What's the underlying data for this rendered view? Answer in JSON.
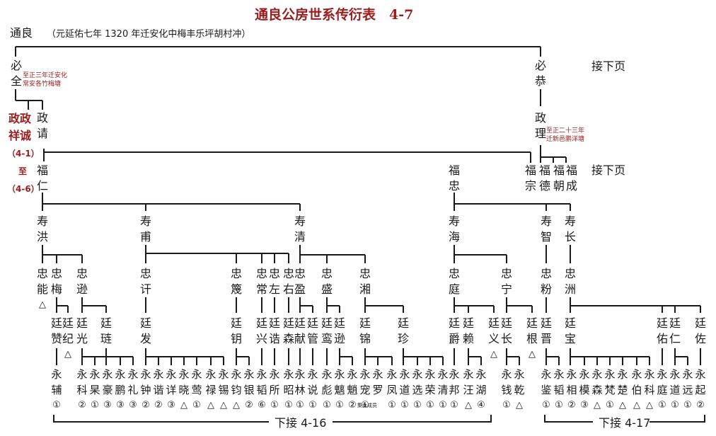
{
  "title": "通良公房世系传衍表　4-7",
  "founder": {
    "name": "通良",
    "note": "（元延佑七年 1320 年迁安化中梅丰乐坪胡村冲）"
  },
  "continue_next_1": "接下页",
  "continue_next_2": "接下页",
  "gen_bi": {
    "a": "必全",
    "b": "必恭"
  },
  "bi_quan_note": {
    "l1": "至正三年迁安化",
    "l2": "常安各竹梅塘"
  },
  "zheng": {
    "a": "政政",
    "a2": "祥诚",
    "b": "政请",
    "li": "政理"
  },
  "zheng_li_note": {
    "l1": "至正二十三年",
    "l2": "迁新邑鹏洋塘"
  },
  "refs": {
    "r1": "（4-1）",
    "r2": "至",
    "r3": "（4-6）"
  },
  "fu": {
    "ren": "福仁",
    "zhong": "福忠",
    "zong": "福宗",
    "de": "福德",
    "chao": "福朝",
    "cheng": "福成"
  },
  "shou": {
    "hong": "寿洪",
    "fu": "寿甫",
    "qing": "寿清",
    "hai": "寿海",
    "zhi": "寿智",
    "chang": "寿长"
  },
  "zhong": {
    "neng": "忠能",
    "mei": "忠梅",
    "xun": "忠逊",
    "xu": "忠讦",
    "peng": "忠篾",
    "chang": "忠常",
    "zuo": "忠左",
    "you": "忠右",
    "ying": "忠盈",
    "sheng": "忠盛",
    "xiang": "忠湘",
    "ting": "忠庭",
    "ning": "忠宁",
    "fen": "忠粉",
    "zhou": "忠洲"
  },
  "ting": {
    "zan": "廷赞",
    "ji": "廷纪",
    "guang": "廷光",
    "lian": "廷琏",
    "fa": "廷发",
    "yue": "廷钥",
    "xing": "廷兴",
    "gao": "廷诰",
    "sen": "廷森",
    "xian": "廷献",
    "guan": "廷管",
    "luan": "廷鸾",
    "xun": "廷逊",
    "jin": "廷锦",
    "zhen": "廷珍",
    "jue": "廷爵",
    "lai": "廷赖",
    "yi": "廷义",
    "zhang": "廷长",
    "gen": "廷根",
    "jin2": "廷晋",
    "bao": "廷宝",
    "you": "廷佑",
    "ren": "廷仁",
    "zuo": "廷佐"
  },
  "yong_chars": [
    "辅",
    "科",
    "杲",
    "豪",
    "鹏",
    "礼",
    "钟",
    "谐",
    "详",
    "晓",
    "莺",
    "禄",
    "锡",
    "钧",
    "银",
    "韬",
    "所",
    "昭",
    "林",
    "说",
    "彪",
    "魑",
    "魈",
    "宠",
    "罗",
    "凤",
    "道",
    "选",
    "荣",
    "清",
    "邦",
    "汪",
    "湖",
    "钱",
    "乾",
    "鉴",
    "韬",
    "相",
    "模",
    "森",
    "梵",
    "楚",
    "伯",
    "科",
    "庭",
    "道",
    "远",
    "起"
  ],
  "yong_prefix": "永",
  "yong_marks": [
    "①",
    "②",
    "①",
    "③",
    "③",
    "③",
    "②",
    "②",
    "③",
    "△",
    "①",
    "△",
    "△",
    "△",
    "②",
    "⑥",
    "①",
    "①",
    "①",
    "①",
    "①",
    "①",
    "②",
    "①",
    "",
    "①",
    "①",
    "①",
    "①",
    "①",
    "①",
    "△",
    "④",
    "①",
    "△",
    "①",
    "①",
    "②",
    "③",
    "△",
    "①",
    "△",
    "△",
    "△",
    "①",
    "①",
    "①",
    "②"
  ],
  "small_note": "集女成员",
  "bottom_1": "下接 4-16",
  "bottom_2": "下接 4-17"
}
